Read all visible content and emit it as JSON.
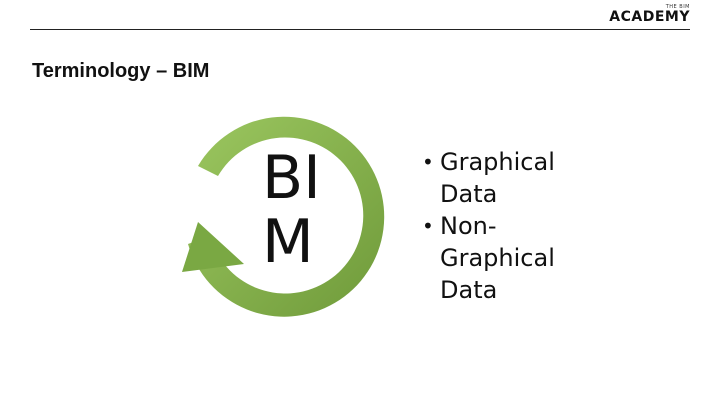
{
  "header": {
    "logo_small": "THE BIM",
    "logo_main": "ACADEMY"
  },
  "slide": {
    "title": "Terminology – BIM",
    "cycle_text": [
      "BI",
      "M"
    ],
    "bullets": [
      {
        "line1": "Graphical",
        "line2": "Data"
      },
      {
        "line1": "Non-",
        "line2": "Graphical",
        "line3": "Data"
      }
    ],
    "colors": {
      "arrow_green": "#8db84e",
      "arrow_green_dark": "#6f9a3a"
    }
  }
}
